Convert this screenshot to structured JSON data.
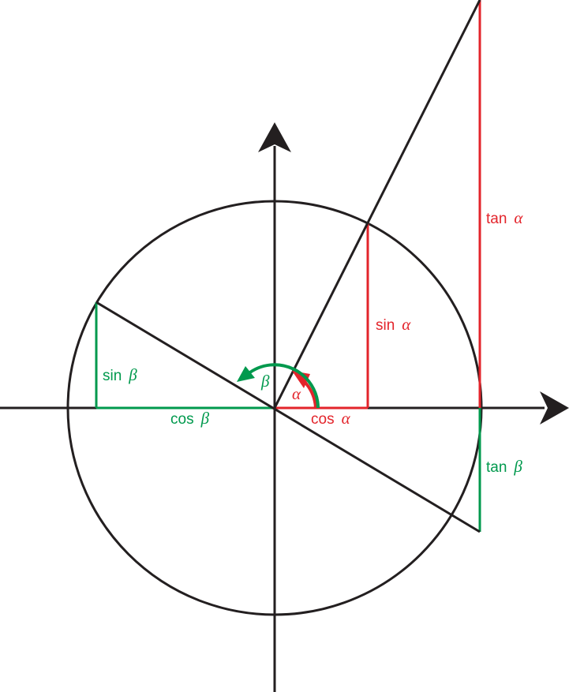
{
  "diagram": {
    "colors": {
      "axis": "#231f20",
      "alpha": "#e3242b",
      "beta": "#00994d"
    },
    "labels": {
      "sin_alpha": "sin",
      "cos_alpha": "cos",
      "tan_alpha": "tan",
      "sin_beta": "sin",
      "cos_beta": "cos",
      "tan_beta": "tan",
      "alpha": "α",
      "beta": "β"
    },
    "icons": {
      "x_axis_arrow": "arrowhead-right-icon",
      "y_axis_arrow": "arrowhead-up-icon",
      "alpha_arc_arrow": "curved-arrow-icon",
      "beta_arc_arrow": "curved-arrow-icon"
    }
  }
}
